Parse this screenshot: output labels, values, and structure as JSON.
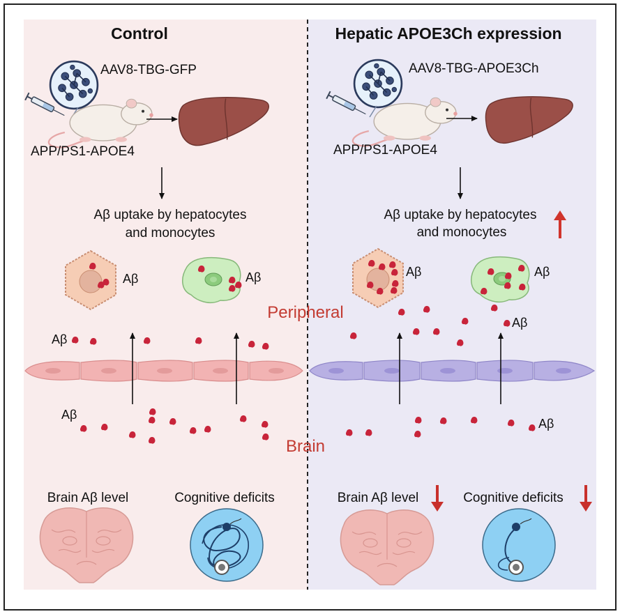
{
  "left": {
    "title": "Control",
    "vector": "AAV8-TBG-GFP",
    "mouse": "APP/PS1-APOE4",
    "uptake_line1": "Aβ uptake by hepatocytes",
    "uptake_line2": "and monocytes",
    "brain_level": "Brain Aβ level",
    "cognitive": "Cognitive deficits"
  },
  "right": {
    "title": "Hepatic APOE3Ch expression",
    "vector": "AAV8-TBG-APOE3Ch",
    "mouse": "APP/PS1-APOE4",
    "uptake_line1": "Aβ uptake by hepatocytes",
    "uptake_line2": "and monocytes",
    "brain_level": "Brain Aβ level",
    "cognitive": "Cognitive deficits"
  },
  "regions": {
    "peripheral": "Peripheral",
    "brain": "Brain"
  },
  "ab_label": "Aβ",
  "colors": {
    "left_bg": "#f9ecec",
    "right_bg": "#ebe9f5",
    "peptide": "#c8243a",
    "up_arrow": "#d0342c",
    "down_arrow": "#c8302c",
    "region_text": "#c33b32",
    "endothelium_left": "#f2b3b3",
    "endothelium_right": "#b8b0e3",
    "liver": "#9b4f48",
    "hepatocyte": "#f6cdb5",
    "monocyte": "#cdeec0",
    "brain": "#f0b8b4",
    "water_maze": "#8ed0f3"
  },
  "icons": [
    "virus-icon",
    "syringe-icon",
    "mouse-icon",
    "liver-icon",
    "hepatocyte-icon",
    "monocyte-icon",
    "endothelial-cell-icon",
    "abeta-peptide-icon",
    "brain-section-icon",
    "water-maze-icon",
    "arrow-up-icon",
    "arrow-down-icon"
  ]
}
